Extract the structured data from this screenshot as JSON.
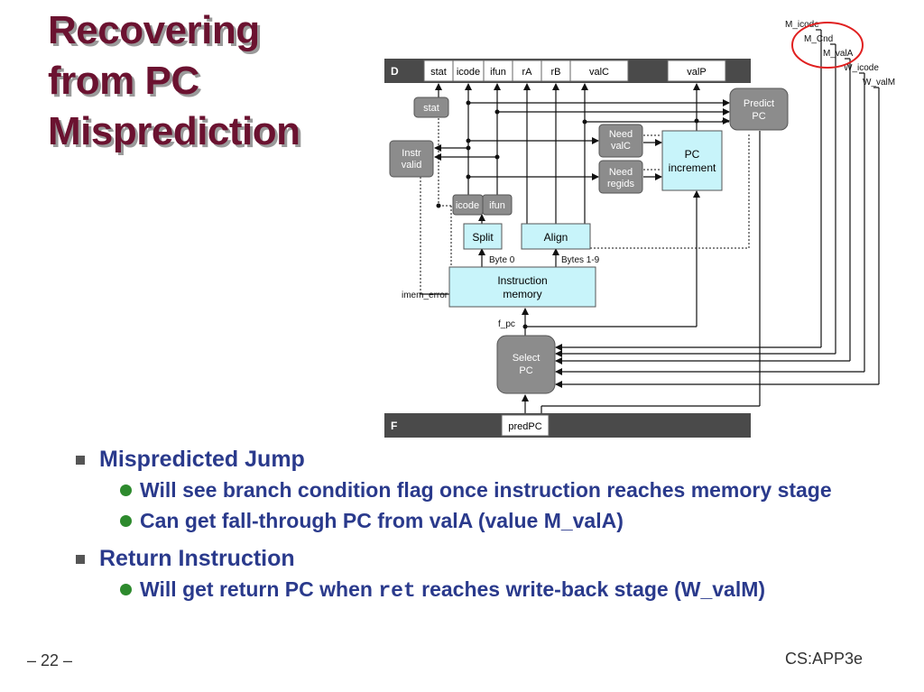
{
  "title": [
    "Recovering",
    "from PC",
    "Misprediction"
  ],
  "diagram": {
    "d_register": {
      "label": "D",
      "fields": [
        "stat",
        "icode",
        "ifun",
        "rA",
        "rB",
        "valC",
        "valP"
      ]
    },
    "f_register": {
      "label": "F",
      "field": "predPC"
    },
    "blocks": {
      "stat": "stat",
      "instr_valid": [
        "Instr",
        "valid"
      ],
      "icode": "icode",
      "ifun": "ifun",
      "split": "Split",
      "align": "Align",
      "need_valc": [
        "Need",
        "valC"
      ],
      "need_regids": [
        "Need",
        "regids"
      ],
      "pc_increment": [
        "PC",
        "increment"
      ],
      "predict_pc": [
        "Predict",
        "PC"
      ],
      "instruction_memory": [
        "Instruction",
        "memory"
      ],
      "select_pc": [
        "Select",
        "PC"
      ]
    },
    "signals": {
      "byte0": "Byte 0",
      "bytes19": "Bytes 1-9",
      "imem_error": "imem_error",
      "f_pc": "f_pc",
      "m_icode": "M_icode",
      "m_cnd": "M_Cnd",
      "m_vala": "M_valA",
      "w_icode": "W_icode",
      "w_valm": "W_valM"
    }
  },
  "bullets": [
    {
      "text": "Mispredicted Jump",
      "sub": [
        "Will see branch condition flag once instruction reaches memory stage",
        "Can get fall-through PC from valA (value M_valA)"
      ]
    },
    {
      "text": "Return Instruction",
      "sub_prefix": "Will get return PC when",
      "sub_code": "ret",
      "sub_suffix": "reaches write-back stage (W_valM)"
    }
  ],
  "footer": {
    "page": "– 22 –",
    "course": "CS:APP3e"
  },
  "colors": {
    "title": "#6b1230",
    "bullet_text": "#2a3a8c",
    "block_gray": "#8c8c8c",
    "block_cyan": "#c8f4fa",
    "highlight_circle": "#e02020"
  }
}
